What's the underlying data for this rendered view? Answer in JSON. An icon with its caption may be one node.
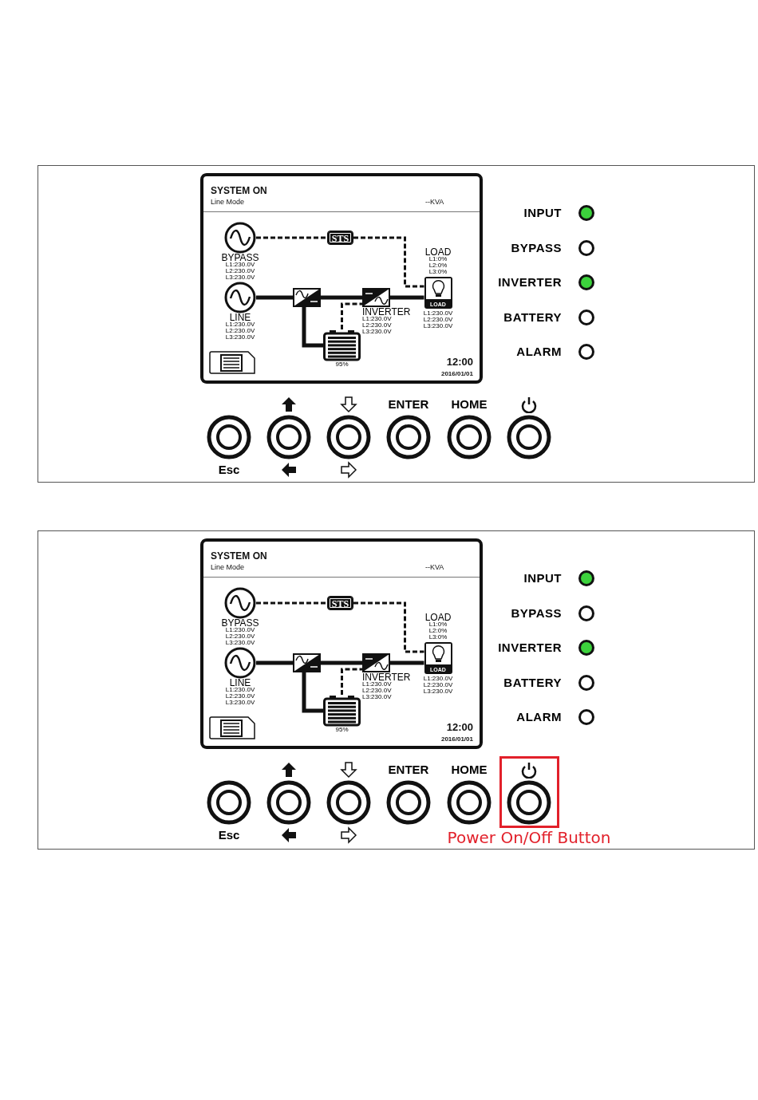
{
  "diagram": {
    "nodes": [
      {
        "text": [],
        "shape": "box"
      },
      {
        "text": [
          "SYSTEM ON",
          "Line Mode",
          "--KVA",
          "12:00",
          "2016/01/01"
        ],
        "in": 0
      },
      {
        "text": [
          "BYPASS",
          "L1:230.0V",
          "L2:230.0V",
          "L3:230.0V"
        ],
        "in": 1
      },
      {
        "text": [
          "STS"
        ],
        "in": 1
      },
      {
        "text": [
          "LINE",
          "L1:230.0V",
          "L2:230.0V",
          "L3:230.0V"
        ],
        "in": 1
      },
      {
        "text": [],
        "shape": "box",
        "in": 1
      },
      {
        "text": [
          "INVERTER",
          "L1:230.0V",
          "L2:230.0V",
          "L3:230.0V"
        ],
        "in": 1
      },
      {
        "text": [
          "95%"
        ],
        "in": 1
      },
      {
        "text": [
          "LOAD",
          "L1:0%",
          "L2:0%",
          "L3:0%",
          "LOAD",
          "L1:230.0V",
          "L2:230.0V",
          "L3:230.0V"
        ],
        "in": 1
      },
      {
        "text": [],
        "shape": "box"
      },
      {
        "text": [
          "SYSTEM ON",
          "Line Mode",
          "--KVA",
          "12:00",
          "2016/01/01"
        ],
        "in": 9
      },
      {
        "text": [
          "BYPASS",
          "L1:230.0V",
          "L2:230.0V",
          "L3:230.0V"
        ],
        "in": 10
      },
      {
        "text": [
          "STS"
        ],
        "in": 10
      },
      {
        "text": [
          "LINE",
          "L1:230.0V",
          "L2:230.0V",
          "L3:230.0V"
        ],
        "in": 10
      },
      {
        "text": [],
        "shape": "box",
        "in": 10
      },
      {
        "text": [
          "INVERTER",
          "L1:230.0V",
          "L2:230.0V",
          "L3:230.0V"
        ],
        "in": 10
      },
      {
        "text": [
          "95%"
        ],
        "in": 10
      },
      {
        "text": [
          "LOAD",
          "L1:0%",
          "L2:0%",
          "L3:0%",
          "LOAD",
          "L1:230.0V",
          "L2:230.0V",
          "L3:230.0V"
        ],
        "in": 10
      }
    ],
    "edges": [
      {
        "from": 2,
        "to": 3,
        "arrow": "none",
        "style": "dashed"
      },
      {
        "from": 3,
        "to": 8,
        "arrow": "none",
        "style": "dashed"
      },
      {
        "from": 4,
        "to": 5,
        "arrow": "none"
      },
      {
        "from": 5,
        "to": 6,
        "arrow": "none"
      },
      {
        "from": 6,
        "to": 8,
        "arrow": "none"
      },
      {
        "from": 5,
        "to": 7,
        "arrow": "none"
      },
      {
        "from": 7,
        "to": 6,
        "arrow": "none",
        "style": "dashed"
      },
      {
        "from": 11,
        "to": 12,
        "arrow": "none",
        "style": "dashed"
      },
      {
        "from": 12,
        "to": 17,
        "arrow": "none",
        "style": "dashed"
      },
      {
        "from": 13,
        "to": 14,
        "arrow": "none"
      },
      {
        "from": 14,
        "to": 15,
        "arrow": "none"
      },
      {
        "from": 15,
        "to": 17,
        "arrow": "none"
      },
      {
        "from": 14,
        "to": 16,
        "arrow": "none"
      },
      {
        "from": 16,
        "to": 15,
        "arrow": "none",
        "style": "dashed"
      }
    ],
    "labels": [
      "INPUT",
      "BYPASS",
      "INVERTER",
      "BATTERY",
      "ALARM",
      "ENTER",
      "HOME",
      "Esc",
      "INPUT",
      "BYPASS",
      "INVERTER",
      "BATTERY",
      "ALARM",
      "ENTER",
      "HOME",
      "Esc",
      "Power On/Off Button"
    ]
  }
}
